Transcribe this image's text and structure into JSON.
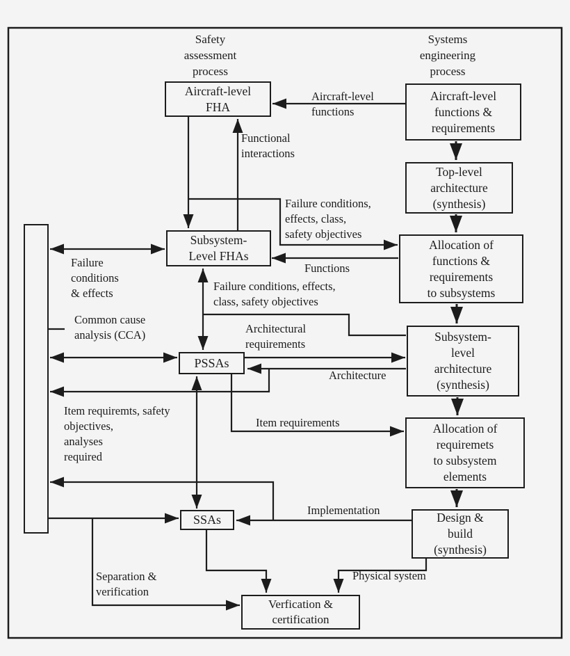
{
  "headers": {
    "safety": "Safety\nassessment\nprocess",
    "systems": "Systems\nengineering\nprocess"
  },
  "boxes": {
    "aircraft_fha": "Aircraft-level\nFHA",
    "aircraft_func_req": "Aircraft-level\nfunctions &\nrequirements",
    "top_level_arch": "Top-level\narchitecture\n(synthesis)",
    "subsystem_fhas": "Subsystem-\nLevel FHAs",
    "allocation_functions": "Allocation of\nfunctions &\nrequirements\nto subsystems",
    "subsystem_arch": "Subsystem-\nlevel\narchitecture\n(synthesis)",
    "pssas": "PSSAs",
    "allocation_reqs": "Allocation of\nrequiremets\nto subsystem\nelements",
    "ssas": "SSAs",
    "design_build": "Design &\nbuild\n(synthesis)",
    "verification": "Verfication &\ncertification"
  },
  "labels": {
    "aircraft_functions": "Aircraft-level\nfunctions",
    "functional_interactions": "Functional\ninteractions",
    "failure_cond_upper": "Failure conditions,\neffects, class,\nsafety objectives",
    "functions": "Functions",
    "failure_cond_lower": "Failure conditions, effects,\nclass, safety  objectives",
    "failure_cond_effects": "Failure\nconditions\n& effects",
    "cca": "Common cause\nanalysis (CCA)",
    "architectural_requirements": "Architectural\nrequirements",
    "architecture": "Architecture",
    "item_req_safety": "Item requiremts, safety\nobjectives,\nanalyses\nrequired",
    "item_requirements": "Item requirements",
    "implementation": "Implementation",
    "physical_system": "Physical system",
    "separation_verification": "Separation &\nverification"
  }
}
